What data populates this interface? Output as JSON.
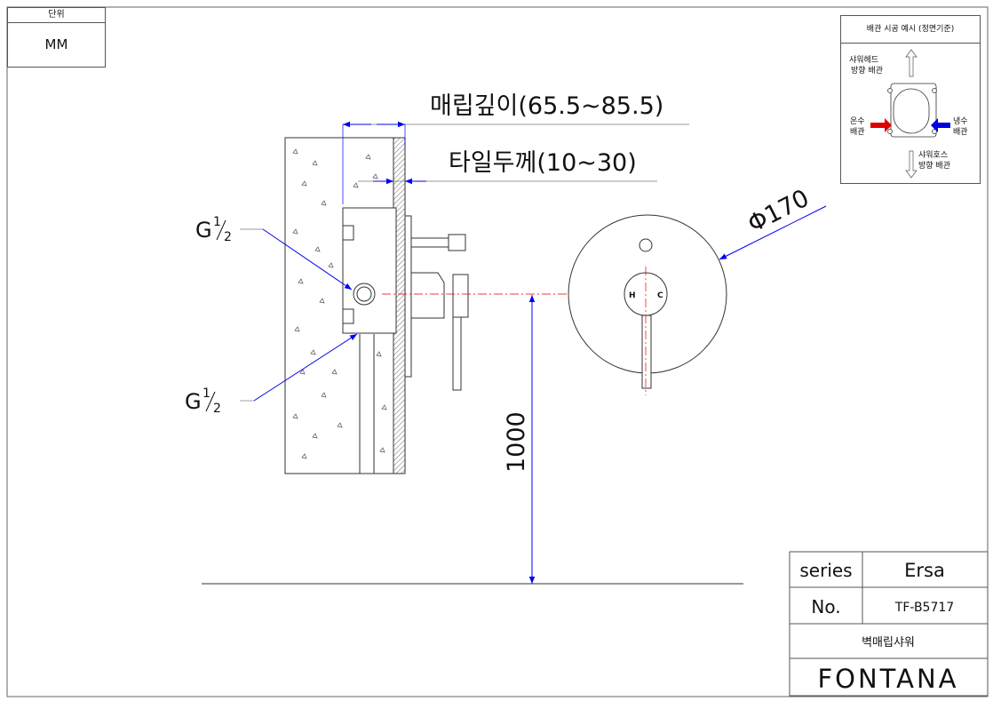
{
  "unit": {
    "label": "단위",
    "value": "MM"
  },
  "legend": {
    "title": "배관 시공 예시 (정면기준)",
    "shower_head": [
      "샤워헤드",
      "방향 배관"
    ],
    "hot": [
      "온수",
      "배관"
    ],
    "cold": [
      "냉수",
      "배관"
    ],
    "shower_hose": [
      "샤워호스",
      "방향 배관"
    ],
    "hot_color": "#e00000",
    "cold_color": "#0000e0"
  },
  "dims": {
    "embed_depth": "매립깊이(65.5~85.5)",
    "tile_thickness": "타일두께(10~30)",
    "pipe_top_main": "G",
    "pipe_top_num": "1",
    "pipe_top_den": "2",
    "pipe_bottom_main": "G",
    "pipe_bottom_num": "1",
    "pipe_bottom_den": "2",
    "plate_diameter": "Φ170",
    "height": "1000",
    "hot_mark": "H",
    "cold_mark": "C"
  },
  "title_block": {
    "series_label": "series",
    "series_value": "Ersa",
    "no_label": "No.",
    "no_value": "TF-B5717",
    "product_name": "벽매립샤워",
    "brand": "FONTANA"
  },
  "colors": {
    "dimension": "#0000ee",
    "centerline": "#e00000",
    "line": "#222222"
  }
}
